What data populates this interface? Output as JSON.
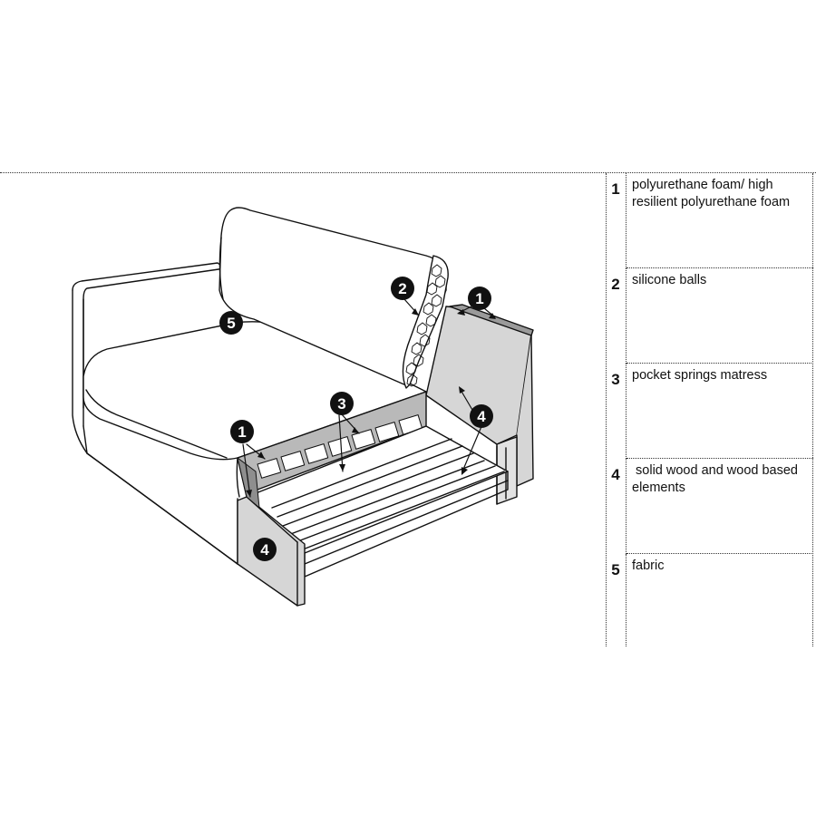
{
  "legend": {
    "items": [
      {
        "number": "1",
        "label": "polyurethane foam/ high resilient polyurethane foam"
      },
      {
        "number": "2",
        "label": "silicone balls"
      },
      {
        "number": "3",
        "label": "pocket springs matress"
      },
      {
        "number": "4",
        "label": " solid wood and wood based elements"
      },
      {
        "number": "5",
        "label": "fabric"
      }
    ]
  },
  "callouts": {
    "foam_top": "1",
    "foam_front": "1",
    "silicone": "2",
    "springs": "3",
    "wood_inner": "4",
    "wood_front": "4",
    "fabric": "5"
  },
  "colors": {
    "line": "#111111",
    "panel_grey": "#d6d6d6",
    "foam_grey": "#b9b9b9",
    "badge": "#111111",
    "background": "#ffffff"
  }
}
